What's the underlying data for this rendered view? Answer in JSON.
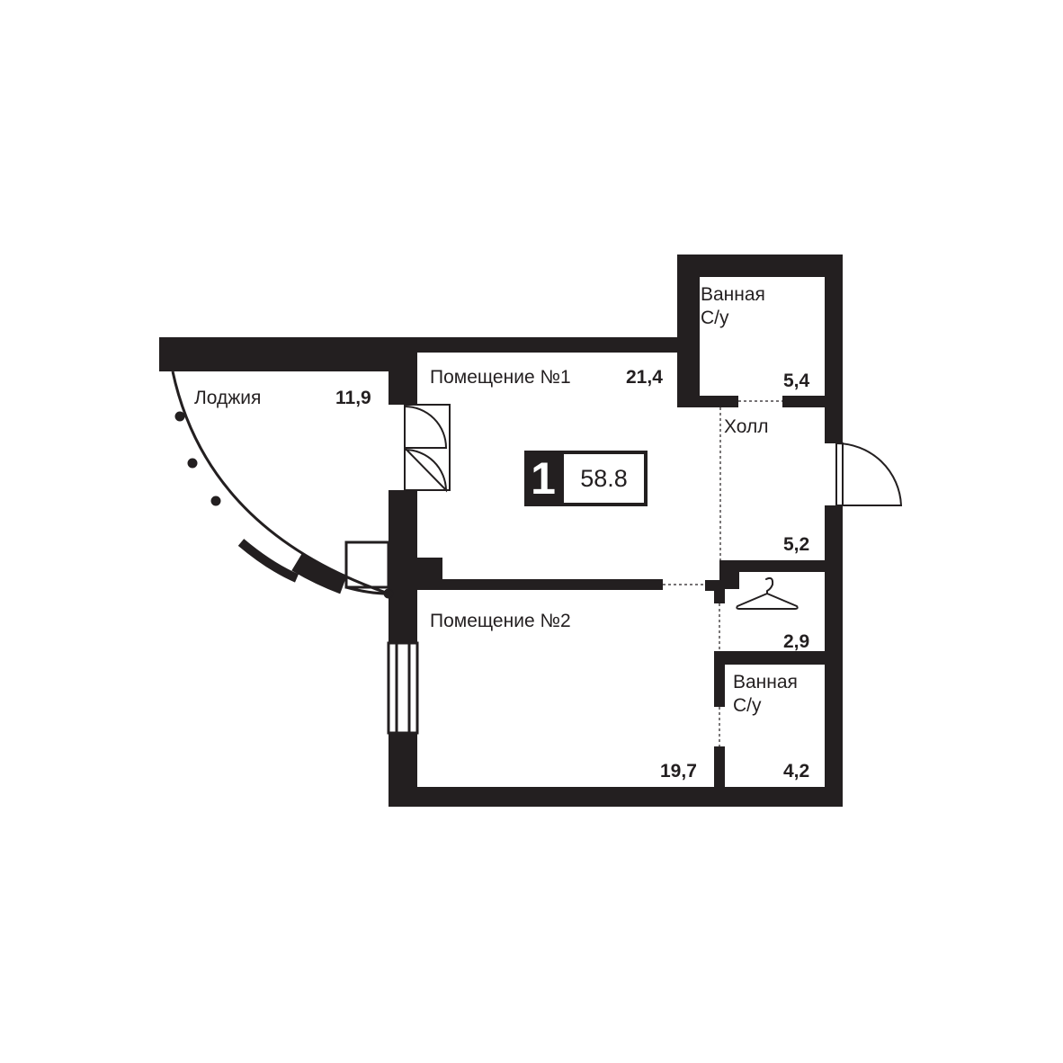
{
  "plan": {
    "rooms_count": "1",
    "total_area": "58.8",
    "colors": {
      "wall": "#231f20",
      "background": "#ffffff"
    },
    "icons": [
      "hanger-icon"
    ],
    "rooms": [
      {
        "id": "loggia",
        "name": "Лоджия",
        "area": "11,9"
      },
      {
        "id": "room1",
        "name": "Помещение №1",
        "area": "21,4"
      },
      {
        "id": "bath1",
        "name": "Ванная\nС/у",
        "area": "5,4"
      },
      {
        "id": "hall",
        "name": "Холл",
        "area": "5,2"
      },
      {
        "id": "wardrobe",
        "name": "",
        "area": "2,9"
      },
      {
        "id": "bath2",
        "name": "Ванная\nС/у",
        "area": "4,2"
      },
      {
        "id": "room2",
        "name": "Помещение №2",
        "area": "19,7"
      }
    ]
  }
}
